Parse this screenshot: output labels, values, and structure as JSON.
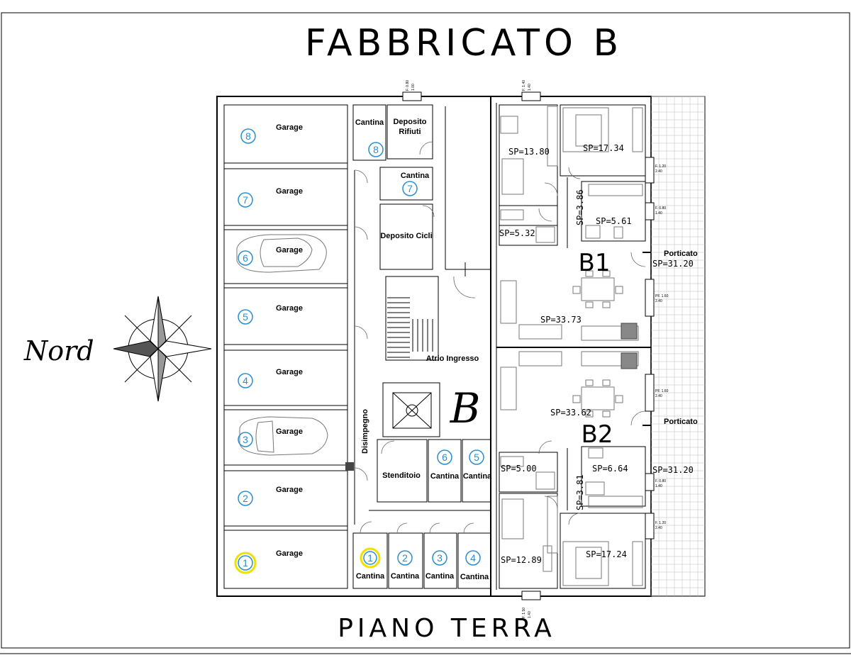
{
  "title": "FABBRICATO B",
  "subtitle": "PIANO TERRA",
  "north_label": "Nord",
  "building_letter": "B",
  "garages": [
    {
      "label": "Garage",
      "number": "8"
    },
    {
      "label": "Garage",
      "number": "7"
    },
    {
      "label": "Garage",
      "number": "6"
    },
    {
      "label": "Garage",
      "number": "5"
    },
    {
      "label": "Garage",
      "number": "4"
    },
    {
      "label": "Garage",
      "number": "3"
    },
    {
      "label": "Garage",
      "number": "2"
    },
    {
      "label": "Garage",
      "number": "1"
    }
  ],
  "cantine_top": [
    {
      "label": "Cantina",
      "number": "8"
    },
    {
      "label": "Cantina",
      "number": "7"
    }
  ],
  "cantine_mid": [
    {
      "label": "Cantina",
      "number": "6"
    },
    {
      "label": "Cantina",
      "number": "5"
    }
  ],
  "cantine_bottom": [
    {
      "label": "Cantina",
      "number": "1"
    },
    {
      "label": "Cantina",
      "number": "2"
    },
    {
      "label": "Cantina",
      "number": "3"
    },
    {
      "label": "Cantina",
      "number": "4"
    }
  ],
  "rooms": {
    "deposito_rifiuti_1": "Deposito",
    "deposito_rifiuti_2": "Rifiuti",
    "deposito_cicli": "Deposito Cicli",
    "atrio": "Atrio Ingresso",
    "disimpegno": "Disimpegno",
    "stenditoio": "Stenditoio"
  },
  "unit_b1": {
    "name": "B1",
    "porticato": "Porticato",
    "areas": [
      "SP=13.80",
      "SP=17.34",
      "SP=3.86",
      "SP=5.32",
      "SP=5.61",
      "SP=31.20",
      "SP=33.73"
    ]
  },
  "unit_b2": {
    "name": "B2",
    "porticato": "Porticato",
    "areas": [
      "SP=33.62",
      "SP=31.20",
      "SP=5.00",
      "SP=6.64",
      "SP=3.81",
      "SP=12.89",
      "SP=17.24"
    ]
  },
  "window_tags": {
    "w1": "F. 0.80",
    "w1b": "1.00",
    "w2": "F. 1.40",
    "w2b": "1.40",
    "w3": "F. 1.20",
    "w3b": "2.40",
    "w4": "F. 0.80",
    "w4b": "1.40",
    "w5": "PF. 1.60",
    "w5b": "2.40",
    "w6": "PF. 1.60",
    "w6b": "2.40",
    "w7": "F. 0.80",
    "w7b": "1.40",
    "w8": "F. 1.20",
    "w8b": "2.40",
    "w9": "F. 1.50",
    "w9b": "1.40"
  },
  "colors": {
    "circle_number": "#2a8ed0",
    "highlight": "#f0e000"
  }
}
